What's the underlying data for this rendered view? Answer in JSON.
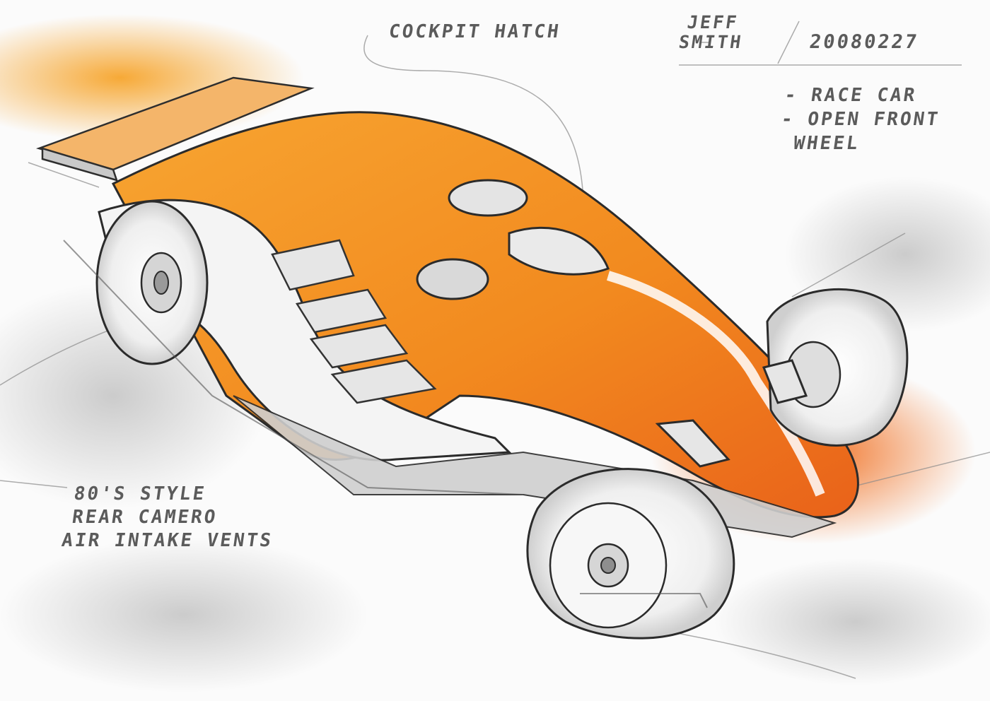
{
  "annotations": {
    "cockpit": "COCKPIT HATCH",
    "author_first": "JEFF",
    "author_last": "SMITH",
    "date": "20080227",
    "features": [
      "- RACE CAR",
      "- OPEN FRONT",
      "WHEEL"
    ],
    "vents": [
      "80'S STYLE",
      "REAR CAMERO",
      "AIR INTAKE VENTS"
    ]
  },
  "colors": {
    "accent_orange": "#f07b1c",
    "accent_light": "#f6a12a",
    "pencil": "#3a3a3a",
    "paper": "#fbfbfb"
  }
}
